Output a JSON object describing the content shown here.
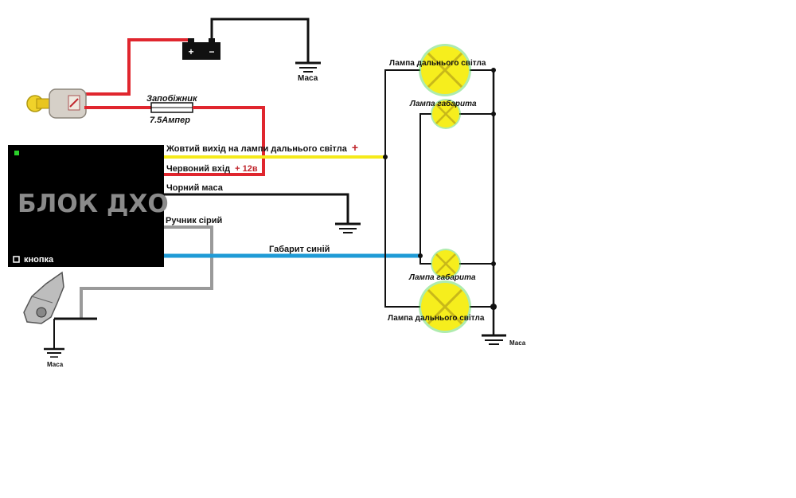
{
  "block": {
    "title": "БЛОК ДХО",
    "button_label": "кнопка"
  },
  "wires": {
    "yellow": "Жовтий  вихід на лампи дальнього світла",
    "yellow_sign": "+",
    "red": "Червоний вхід",
    "red_voltage": "+ 12в",
    "black": "Чорний маса",
    "grey": "Ручник сірий",
    "blue": "Габарит синій"
  },
  "fuse": {
    "title": "Запобіжник",
    "rating": "7.5Ампер"
  },
  "battery": {
    "plus": "+",
    "minus": "−"
  },
  "ground_label": "Маса",
  "lamps": {
    "high_beam_top": "Лампа дальнього світла",
    "parking_top": "Лампа габарита",
    "parking_bottom": "Лампа габарита",
    "high_beam_bottom": "Лампа дальнього світла"
  },
  "colors": {
    "red_wire": "#e0262e",
    "yellow_wire": "#f5ea1a",
    "blue_wire": "#1f9bd6",
    "grey_wire": "#9a9a9a",
    "lamp_fill": "#f6ee1d",
    "lamp_glow": "#4cd34c"
  }
}
